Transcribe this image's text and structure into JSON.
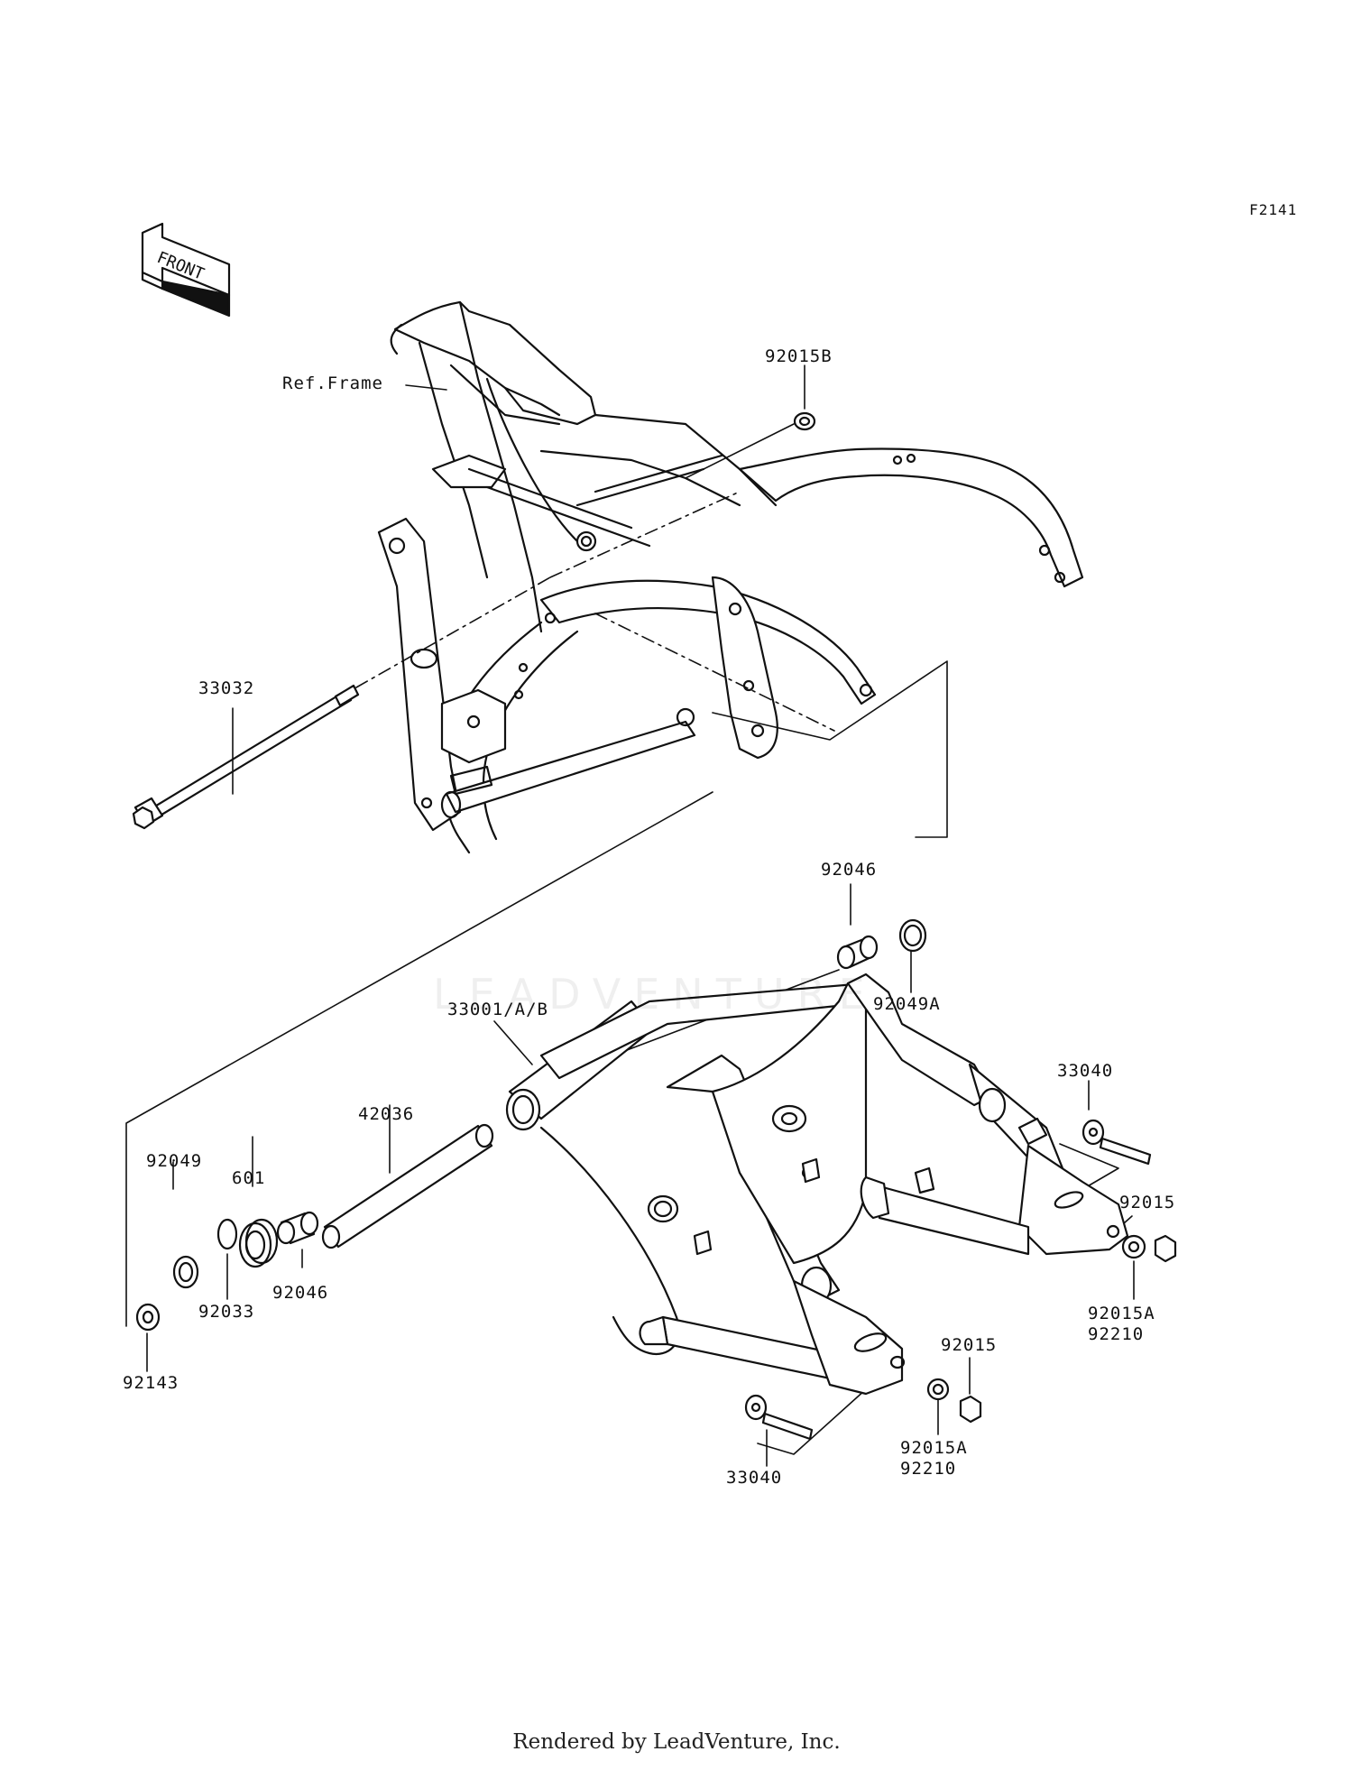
{
  "diagram_code": "F2141",
  "front_arrow_label": "FRONT",
  "watermark_text": "LEADVENTURE",
  "footer": "Rendered by LeadVenture, Inc.",
  "callouts": {
    "ref_frame": "Ref.Frame",
    "n92015B": "92015B",
    "n33032": "33032",
    "n92046_top": "92046",
    "n92049A": "92049A",
    "n33001": "33001/A/B",
    "n42036": "42036",
    "n601": "601",
    "n92049": "92049",
    "n92046_low": "92046",
    "n92033": "92033",
    "n92143": "92143",
    "n33040_right": "33040",
    "n92015_right": "92015",
    "n92015A_right": "92015A",
    "n92210_right": "92210",
    "n92015_low": "92015",
    "n92015A_low": "92015A",
    "n92210_low": "92210",
    "n33040_low": "33040"
  },
  "colors": {
    "ink": "#111111",
    "paper": "#ffffff"
  }
}
